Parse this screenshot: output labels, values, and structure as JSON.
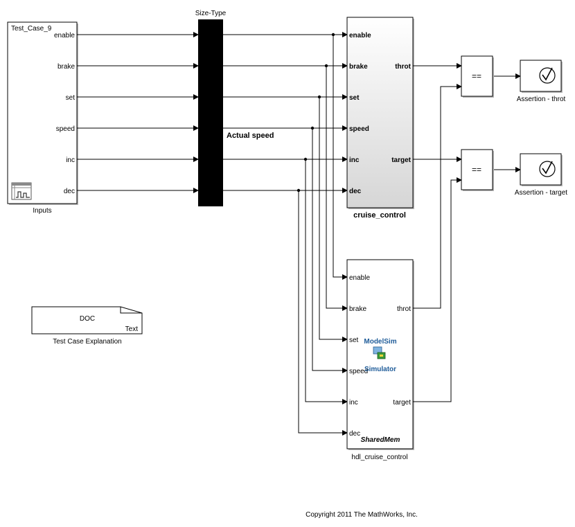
{
  "inputs_block": {
    "title": "Test_Case_9",
    "caption": "Inputs",
    "ports": [
      "enable",
      "brake",
      "set",
      "speed",
      "inc",
      "dec"
    ]
  },
  "size_type_block": {
    "caption": "Size-Type"
  },
  "signal_label": "Actual speed",
  "cruise_control": {
    "caption": "cruise_control",
    "inputs": [
      "enable",
      "brake",
      "set",
      "speed",
      "inc",
      "dec"
    ],
    "outputs": [
      "throt",
      "target"
    ]
  },
  "hdl_cruise_control": {
    "caption": "hdl_cruise_control",
    "inputs": [
      "enable",
      "brake",
      "set",
      "speed",
      "inc",
      "dec"
    ],
    "outputs": [
      "throt",
      "target"
    ],
    "logo_line1": "ModelSim",
    "logo_line2": "Simulator",
    "mode": "SharedMem"
  },
  "compare_blocks": [
    {
      "symbol": "=="
    },
    {
      "symbol": "=="
    }
  ],
  "assertions": [
    {
      "caption": "Assertion - throt"
    },
    {
      "caption": "Assertion - target"
    }
  ],
  "doc_block": {
    "title": "DOC",
    "subtitle": "Text",
    "caption": "Test Case Explanation"
  },
  "copyright": "Copyright 2011 The MathWorks, Inc.",
  "colors": {
    "logo_text": "#1f5c99",
    "gradient_end": "#d9d9d9"
  }
}
